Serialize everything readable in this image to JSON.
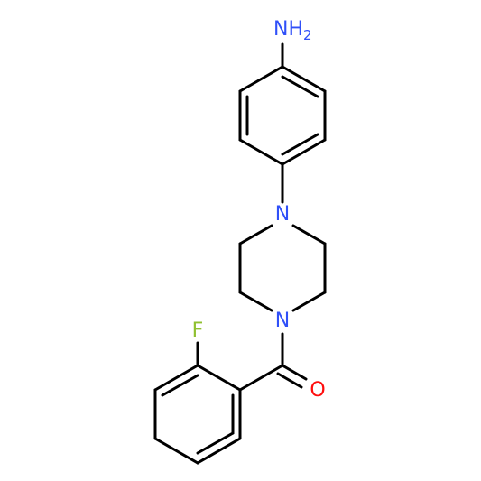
{
  "colors": {
    "background": "#ffffff",
    "bond": "#000000",
    "nitrogen": "#3050f8",
    "oxygen": "#ff0d0d",
    "fluorine": "#90c030"
  },
  "atoms": {
    "amine": {
      "symbol": "NH",
      "subscript": "2"
    },
    "piperazine_n_top": {
      "symbol": "N"
    },
    "piperazine_n_bottom": {
      "symbol": "N"
    },
    "carbonyl_oxygen": {
      "symbol": "O"
    },
    "fluorine": {
      "symbol": "F"
    }
  }
}
